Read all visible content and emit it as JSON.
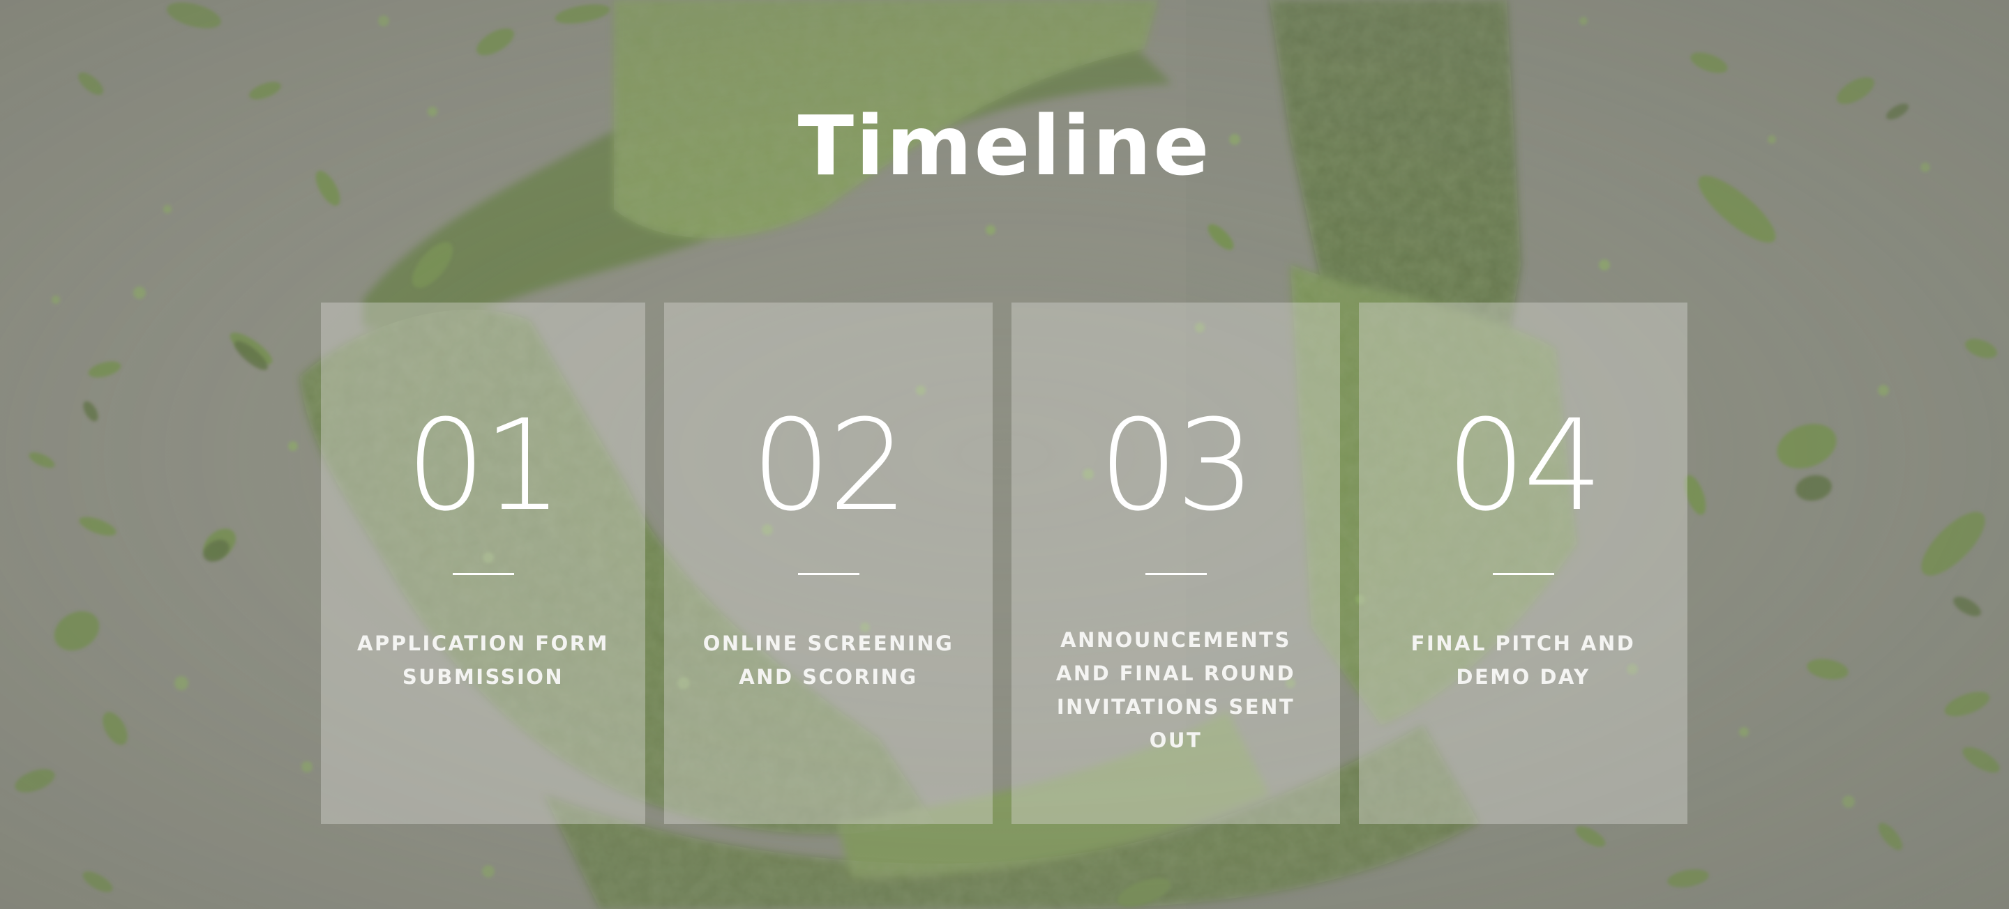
{
  "page": {
    "title": "Timeline",
    "background_theme": "green moss with falling leaves",
    "accent_color": "#ffffff",
    "card_color": "#d7d7d2"
  },
  "steps": [
    {
      "number": "01",
      "label": "APPLICATION FORM SUBMISSION"
    },
    {
      "number": "02",
      "label": "ONLINE SCREENING AND SCORING"
    },
    {
      "number": "03",
      "label": "ANNOUNCEMENTS AND FINAL ROUND INVITATIONS SENT OUT"
    },
    {
      "number": "04",
      "label": "FINAL PITCH AND DEMO DAY"
    }
  ]
}
